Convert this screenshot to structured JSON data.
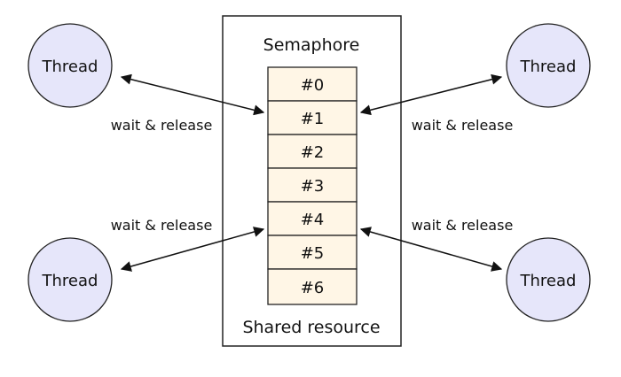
{
  "diagram": {
    "semaphore_title": "Semaphore",
    "shared_resource_label": "Shared resource",
    "slots": [
      "#0",
      "#1",
      "#2",
      "#3",
      "#4",
      "#5",
      "#6"
    ],
    "threads": [
      {
        "label": "Thread",
        "edge_label": "wait & release"
      },
      {
        "label": "Thread",
        "edge_label": "wait & release"
      },
      {
        "label": "Thread",
        "edge_label": "wait & release"
      },
      {
        "label": "Thread",
        "edge_label": "wait & release"
      }
    ],
    "colors": {
      "thread_fill": "#e6e6fa",
      "slot_fill": "#fff6e6",
      "stroke": "#222222"
    }
  }
}
